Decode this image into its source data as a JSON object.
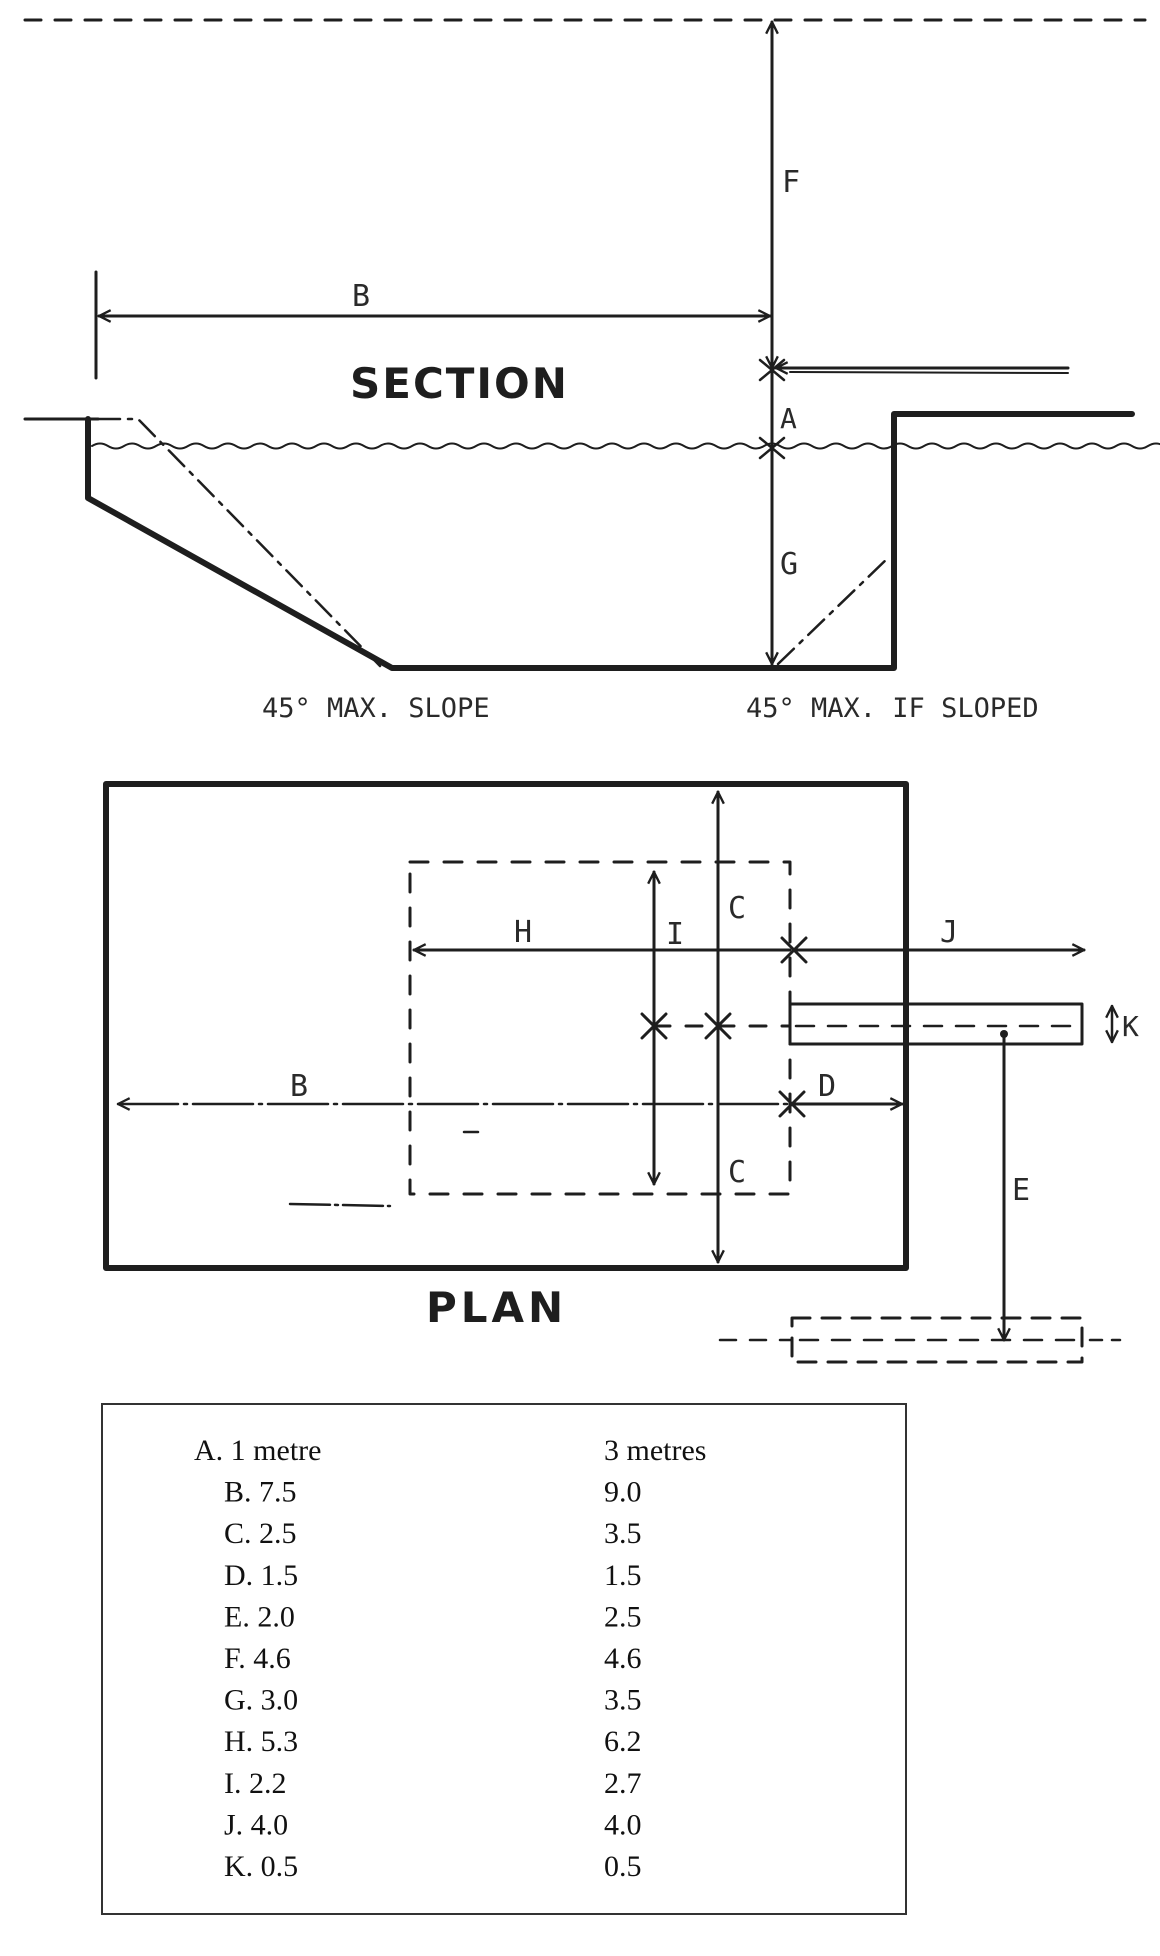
{
  "section": {
    "title": "SECTION",
    "dims": {
      "A": "A",
      "B": "B",
      "F": "F",
      "G": "G"
    },
    "slope_left": "45° MAX. SLOPE",
    "slope_right": "45° MAX. IF SLOPED"
  },
  "plan": {
    "title": "PLAN",
    "dims": {
      "B": "B",
      "C_top": "C",
      "C_bottom": "C",
      "D": "D",
      "E": "E",
      "H": "H",
      "I": "I",
      "J": "J",
      "K": "K"
    }
  },
  "table": {
    "rows": [
      {
        "letter": "A.",
        "left": "1 metre",
        "right": "3 metres"
      },
      {
        "letter": "B.",
        "left": "7.5",
        "right": "9.0"
      },
      {
        "letter": "C.",
        "left": "2.5",
        "right": "3.5"
      },
      {
        "letter": "D.",
        "left": "1.5",
        "right": "1.5"
      },
      {
        "letter": "E.",
        "left": "2.0",
        "right": "2.5"
      },
      {
        "letter": "F.",
        "left": "4.6",
        "right": "4.6"
      },
      {
        "letter": "G.",
        "left": "3.0",
        "right": "3.5"
      },
      {
        "letter": "H.",
        "left": "5.3",
        "right": "6.2"
      },
      {
        "letter": "I.",
        "left": "2.2",
        "right": "2.7"
      },
      {
        "letter": "J.",
        "left": "4.0",
        "right": "4.0"
      },
      {
        "letter": "K.",
        "left": "0.5",
        "right": "0.5"
      }
    ]
  }
}
